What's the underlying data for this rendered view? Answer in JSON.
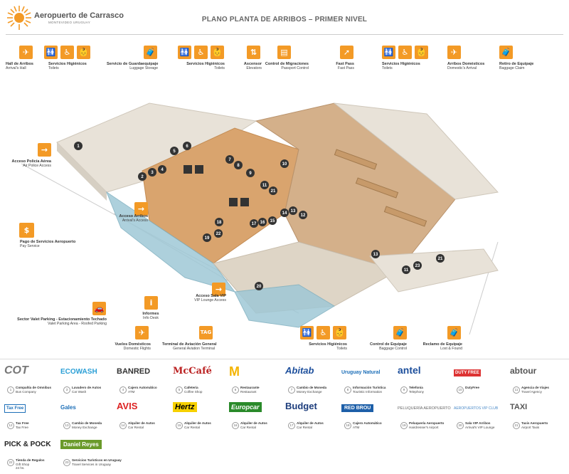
{
  "header": {
    "brand": "Aeropuerto de Carrasco",
    "brand_sub": "MONTEVIDEO URUGUAY",
    "title": "PLANO PLANTA DE ARRIBOS – PRIMER NIVEL"
  },
  "colors": {
    "accent": "#f39a26",
    "floor": "#d9a46e",
    "glass": "#9fc8d6",
    "wall": "#e8e2d8",
    "marker": "#333333"
  },
  "top_labels": [
    {
      "title": "Hall de Arribos",
      "sub": "Arrival's Hall",
      "icon": "arrivals-plane-icon"
    },
    {
      "title": "Servicios Higiénicos",
      "sub": "Toilets",
      "icon": "toilets-icon"
    },
    {
      "title": "Servicio de Guardaequipaje",
      "sub": "Luggage Storage",
      "icon": "luggage-storage-icon"
    },
    {
      "title": "Servicios Higiénicos",
      "sub": "Toilets",
      "icon": "toilets-icon"
    },
    {
      "title": "Ascensor",
      "sub": "Elevators",
      "icon": "elevator-icon"
    },
    {
      "title": "Control de Migraciones",
      "sub": "Passport Control",
      "icon": "passport-control-icon"
    },
    {
      "title": "Fast Pass",
      "sub": "Fast Pass",
      "icon": "fast-pass-icon"
    },
    {
      "title": "Servicios Higiénicos",
      "sub": "Toilets",
      "icon": "toilets-icon"
    },
    {
      "title": "Arribos Domésticos",
      "sub": "Domestic's Arrival",
      "icon": "domestic-arrival-icon"
    },
    {
      "title": "Retiro de Equipaje",
      "sub": "Baggage Claim",
      "icon": "baggage-claim-icon"
    }
  ],
  "side_labels": [
    {
      "title": "Acceso Policía Aérea",
      "sub": "Air Police Access"
    },
    {
      "title": "Pago de Servicios Aeropuerto",
      "sub": "Pay Service"
    },
    {
      "title": "Acceso Arribos",
      "sub": "Arrival's Access"
    },
    {
      "title": "Sector Valet Parking - Estacionamiento Techado",
      "sub": "Valet Parking Area - Roofed Parking"
    },
    {
      "title": "Informes",
      "sub": "Info Desk"
    },
    {
      "title": "Acceso Sala VIP",
      "sub": "VIP Lounge Access"
    },
    {
      "title": "Vuelos Domésticos",
      "sub": "Domestic Flights"
    },
    {
      "title": "Terminal de Aviación General",
      "sub": "General Aviation Terminal"
    },
    {
      "title": "Servicios Higiénicos",
      "sub": "Toilets"
    },
    {
      "title": "Control de Equipaje",
      "sub": "Baggage Control"
    },
    {
      "title": "Reclamo de Equipaje",
      "sub": "Lost & Found"
    }
  ],
  "icon_text": {
    "tag": "TAG",
    "info": "i",
    "pay": "$"
  },
  "markers": [
    "1",
    "2",
    "3",
    "4",
    "5",
    "6",
    "7",
    "8",
    "9",
    "10",
    "11",
    "21",
    "12",
    "13",
    "14",
    "15",
    "16",
    "17",
    "18",
    "19",
    "22",
    "20",
    "13",
    "11",
    "23",
    "21"
  ],
  "legend_row1": [
    {
      "logo": "COT",
      "num": "1",
      "name": "Compañía de Omnibus",
      "sub": "Bus Company"
    },
    {
      "logo": "ECOWASH",
      "num": "3",
      "name": "Lavadero de Autos",
      "sub": "Car Wash"
    },
    {
      "logo": "BANRED",
      "num": "4",
      "name": "Cajero Automático",
      "sub": "ATM"
    },
    {
      "logo": "McCafé",
      "num": "5",
      "name": "Cafetería",
      "sub": "Coffee Shop"
    },
    {
      "logo": "M",
      "num": "6",
      "name": "Restaurante",
      "sub": "Restaurant"
    },
    {
      "logo": "Abitab",
      "num": "7",
      "name": "Cambio de Moneda",
      "sub": "Money Exchange"
    },
    {
      "logo": "Uruguay Natural",
      "num": "8",
      "name": "Información Turística",
      "sub": "Touristic Information"
    },
    {
      "logo": "antel",
      "num": "9",
      "name": "Telefonía",
      "sub": "Telephony"
    },
    {
      "logo": "DUTY FREE",
      "num": "10",
      "name": "DutyFree",
      "sub": ""
    },
    {
      "logo": "abtour",
      "num": "11",
      "name": "Agencia de Viajes",
      "sub": "Travel Agency"
    }
  ],
  "legend_row2": [
    {
      "logo": "Tax Free",
      "num": "12",
      "name": "Tax Free",
      "sub": "Tax Free"
    },
    {
      "logo": "Gales",
      "num": "13",
      "name": "Cambio de Moneda",
      "sub": "Money Exchange"
    },
    {
      "logo": "AVIS",
      "num": "14",
      "name": "Alquiler de Autos",
      "sub": "Car Rental"
    },
    {
      "logo": "Hertz",
      "num": "15",
      "name": "Alquiler de Autos",
      "sub": "Car Rental"
    },
    {
      "logo": "Europcar",
      "num": "16",
      "name": "Alquiler de Autos",
      "sub": "Car Rental"
    },
    {
      "logo": "Budget",
      "num": "17",
      "name": "Alquiler de Autos",
      "sub": "Car Rental"
    },
    {
      "logo": "RED BROU",
      "num": "18",
      "name": "Cajero Automático",
      "sub": "ATM"
    },
    {
      "logo": "PELUQUERÍA AEROPUERTO",
      "num": "19",
      "name": "Peluquería Aeropuerto",
      "sub": "Hairdresser's Airport"
    },
    {
      "logo": "AEROPUERTOS VIP CLUB",
      "num": "20",
      "name": "Sala VIP Arribos",
      "sub": "Arrival's VIP Lounge"
    },
    {
      "logo": "TAXI",
      "num": "21",
      "name": "Taxis Aeropuerto",
      "sub": "Airport Taxis"
    }
  ],
  "legend_row3": [
    {
      "logo": "PICK & POCK",
      "num": "22",
      "name": "Tienda de Regalos",
      "sub": "Gift Shop",
      "extra": "24 hs."
    },
    {
      "logo": "Daniel Reyes",
      "num": "23",
      "name": "Servicios Turísticos en Uruguay",
      "sub": "Travel Services in Uruguay"
    }
  ]
}
